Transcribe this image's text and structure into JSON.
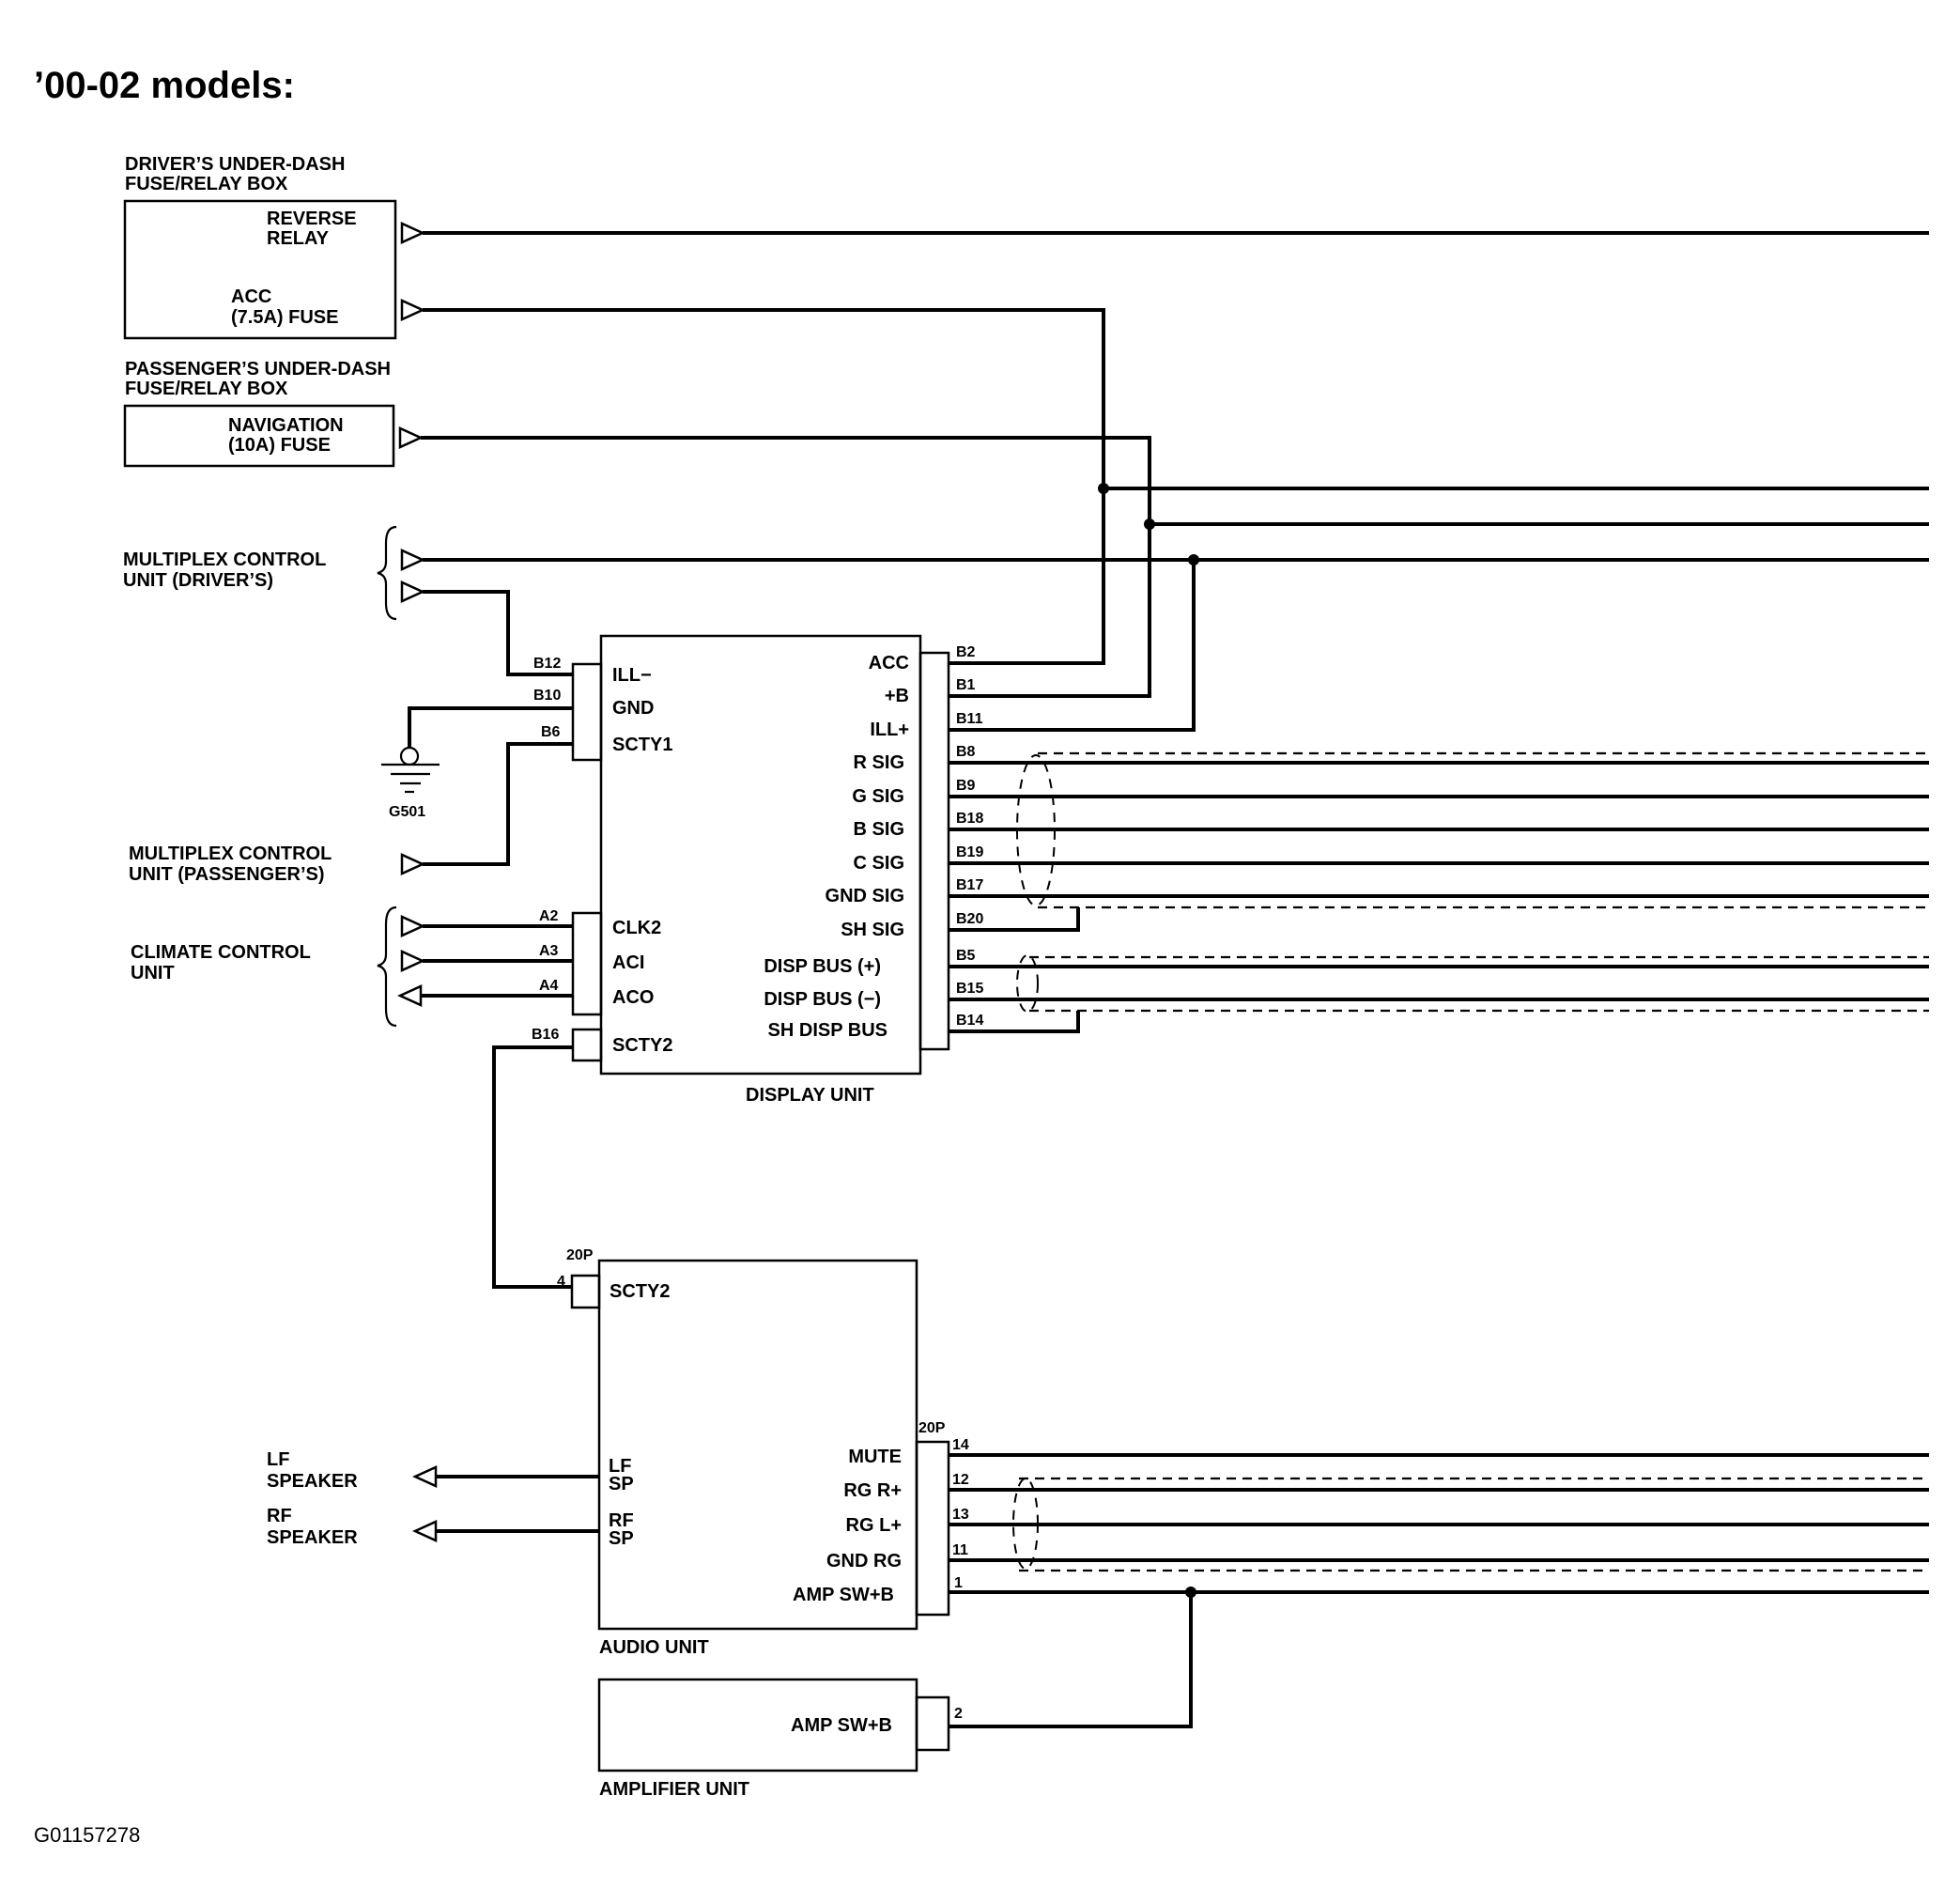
{
  "title": "’00-02 models:",
  "figure_code": "G01157278",
  "components": {
    "drivers_box": {
      "title_line1": "DRIVER’S UNDER-DASH",
      "title_line2": "FUSE/RELAY BOX",
      "reverse_line1": "REVERSE",
      "reverse_line2": "RELAY",
      "acc_line1": "ACC",
      "acc_line2": "(7.5A) FUSE"
    },
    "passengers_box": {
      "title_line1": "PASSENGER’S UNDER-DASH",
      "title_line2": "FUSE/RELAY BOX",
      "nav_line1": "NAVIGATION",
      "nav_line2": "(10A) FUSE"
    },
    "mcu_drivers": {
      "line1": "MULTIPLEX CONTROL",
      "line2": "UNIT (DRIVER’S)"
    },
    "mcu_passengers": {
      "line1": "MULTIPLEX CONTROL",
      "line2": "UNIT (PASSENGER’S)"
    },
    "climate": {
      "line1": "CLIMATE CONTROL",
      "line2": "UNIT"
    },
    "ground": "G501",
    "display_unit": {
      "name": "DISPLAY UNIT",
      "left_pins": [
        {
          "pin": "B12",
          "label": "ILL−"
        },
        {
          "pin": "B10",
          "label": "GND"
        },
        {
          "pin": "B6",
          "label": "SCTY1"
        },
        {
          "pin": "A2",
          "label": "CLK2"
        },
        {
          "pin": "A3",
          "label": "ACI"
        },
        {
          "pin": "A4",
          "label": "ACO"
        },
        {
          "pin": "B16",
          "label": "SCTY2"
        }
      ],
      "right_pins": [
        {
          "pin": "B2",
          "label": "ACC"
        },
        {
          "pin": "B1",
          "label": "+B"
        },
        {
          "pin": "B11",
          "label": "ILL+"
        },
        {
          "pin": "B8",
          "label": "R SIG"
        },
        {
          "pin": "B9",
          "label": "G SIG"
        },
        {
          "pin": "B18",
          "label": "B SIG"
        },
        {
          "pin": "B19",
          "label": "C SIG"
        },
        {
          "pin": "B17",
          "label": "GND SIG"
        },
        {
          "pin": "B20",
          "label": "SH SIG"
        },
        {
          "pin": "B5",
          "label": "DISP BUS (+)"
        },
        {
          "pin": "B15",
          "label": "DISP BUS (−)"
        },
        {
          "pin": "B14",
          "label": "SH DISP BUS"
        }
      ]
    },
    "audio_unit": {
      "name": "AUDIO UNIT",
      "connector_left": "20P",
      "connector_right": "20P",
      "scty2_pin": "4",
      "scty2_label": "SCTY2",
      "lf_line1": "LF",
      "lf_line2": "SP",
      "rf_line1": "RF",
      "rf_line2": "SP",
      "right_pins": [
        {
          "pin": "14",
          "label": "MUTE"
        },
        {
          "pin": "12",
          "label": "RG R+"
        },
        {
          "pin": "13",
          "label": "RG L+"
        },
        {
          "pin": "11",
          "label": "GND RG"
        },
        {
          "pin": "1",
          "label": "AMP SW+B"
        }
      ]
    },
    "lf_speaker": {
      "line1": "LF",
      "line2": "SPEAKER"
    },
    "rf_speaker": {
      "line1": "RF",
      "line2": "SPEAKER"
    },
    "amplifier_unit": {
      "name": "AMPLIFIER UNIT",
      "pin": "2",
      "label": "AMP SW+B"
    }
  }
}
